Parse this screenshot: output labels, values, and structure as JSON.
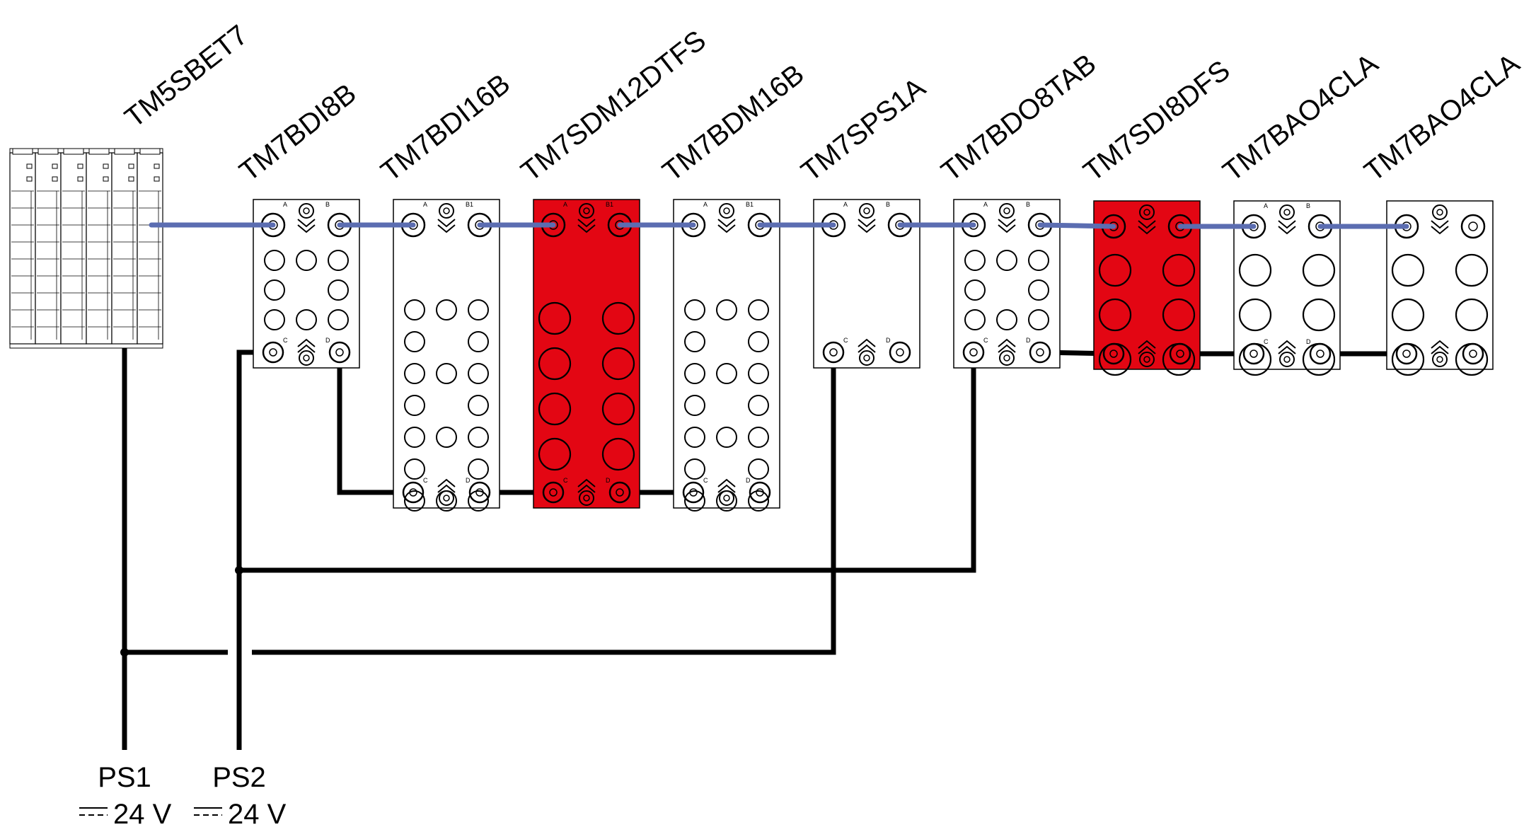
{
  "modules": [
    {
      "label": "TM5SBET7",
      "type": "bus",
      "fill": "#ffffff"
    },
    {
      "label": "TM7BDI8B",
      "type": "io8",
      "fill": "#ffffff",
      "ports": [
        "A",
        "B",
        "C",
        "D"
      ]
    },
    {
      "label": "TM7BDI16B",
      "type": "io16",
      "fill": "#ffffff",
      "ports": [
        "A",
        "B1",
        "C",
        "D"
      ]
    },
    {
      "label": "TM7SDM12DTFS",
      "type": "safe16",
      "fill": "#e30613",
      "ports": [
        "A",
        "B1",
        "C",
        "D"
      ]
    },
    {
      "label": "TM7BDM16B",
      "type": "io16",
      "fill": "#ffffff",
      "ports": [
        "A",
        "B1",
        "C",
        "D"
      ]
    },
    {
      "label": "TM7SPS1A",
      "type": "ps",
      "fill": "#ffffff",
      "ports": [
        "A",
        "B",
        "C",
        "D"
      ]
    },
    {
      "label": "TM7BDO8TAB",
      "type": "io8",
      "fill": "#ffffff",
      "ports": [
        "A",
        "B",
        "C",
        "D"
      ]
    },
    {
      "label": "TM7SDI8DFS",
      "type": "safe8",
      "fill": "#e30613",
      "ports": []
    },
    {
      "label": "TM7BAO4CLA",
      "type": "ao4",
      "fill": "#ffffff",
      "ports": [
        "A",
        "B",
        "C",
        "D"
      ]
    },
    {
      "label": "TM7BAO4CLA",
      "type": "ao4b",
      "fill": "#ffffff",
      "ports": []
    }
  ],
  "power_supplies": [
    {
      "name": "PS1",
      "voltage": "24 V"
    },
    {
      "name": "PS2",
      "voltage": "24 V"
    }
  ],
  "colors": {
    "bus_cable": "#5b6db1",
    "power_cable": "#000000",
    "safety_module": "#e30613"
  }
}
